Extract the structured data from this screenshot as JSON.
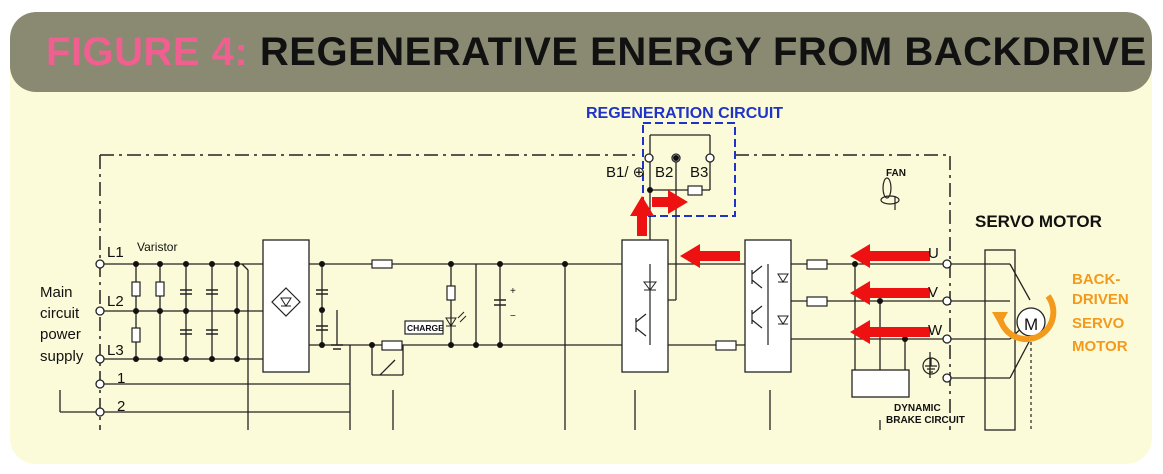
{
  "title": {
    "figure": "FIGURE 4:",
    "text": "REGENERATIVE ENERGY FROM BACKDRIVE"
  },
  "colors": {
    "header": "#8a8972",
    "background": "#fcfbd9",
    "figure_label": "#ef5f8f",
    "regen_label": "#1f33c8",
    "arrow": "#ee1111",
    "motor_label": "#f39a1d"
  },
  "labels": {
    "regen_circuit": "REGENERATION CIRCUIT",
    "b1": "B1/ ⊕",
    "b2": "B2",
    "b3": "B3",
    "fan": "FAN",
    "servo_motor": "SERVO MOTOR",
    "backdriven": [
      "BACK-",
      "DRIVEN",
      "SERVO",
      "MOTOR"
    ],
    "motor_m": "M",
    "l1": "L1",
    "l2": "L2",
    "l3": "L3",
    "varistor": "Varistor",
    "main_supply": [
      "Main",
      "circuit",
      "power",
      "supply"
    ],
    "t1": "1",
    "t2": "2",
    "charge": "CHARGE",
    "plus": "+",
    "minus": "−",
    "u": "U",
    "v": "V",
    "w": "W",
    "dynamic_brake": [
      "DYNAMIC",
      "BRAKE CIRCUIT"
    ]
  }
}
